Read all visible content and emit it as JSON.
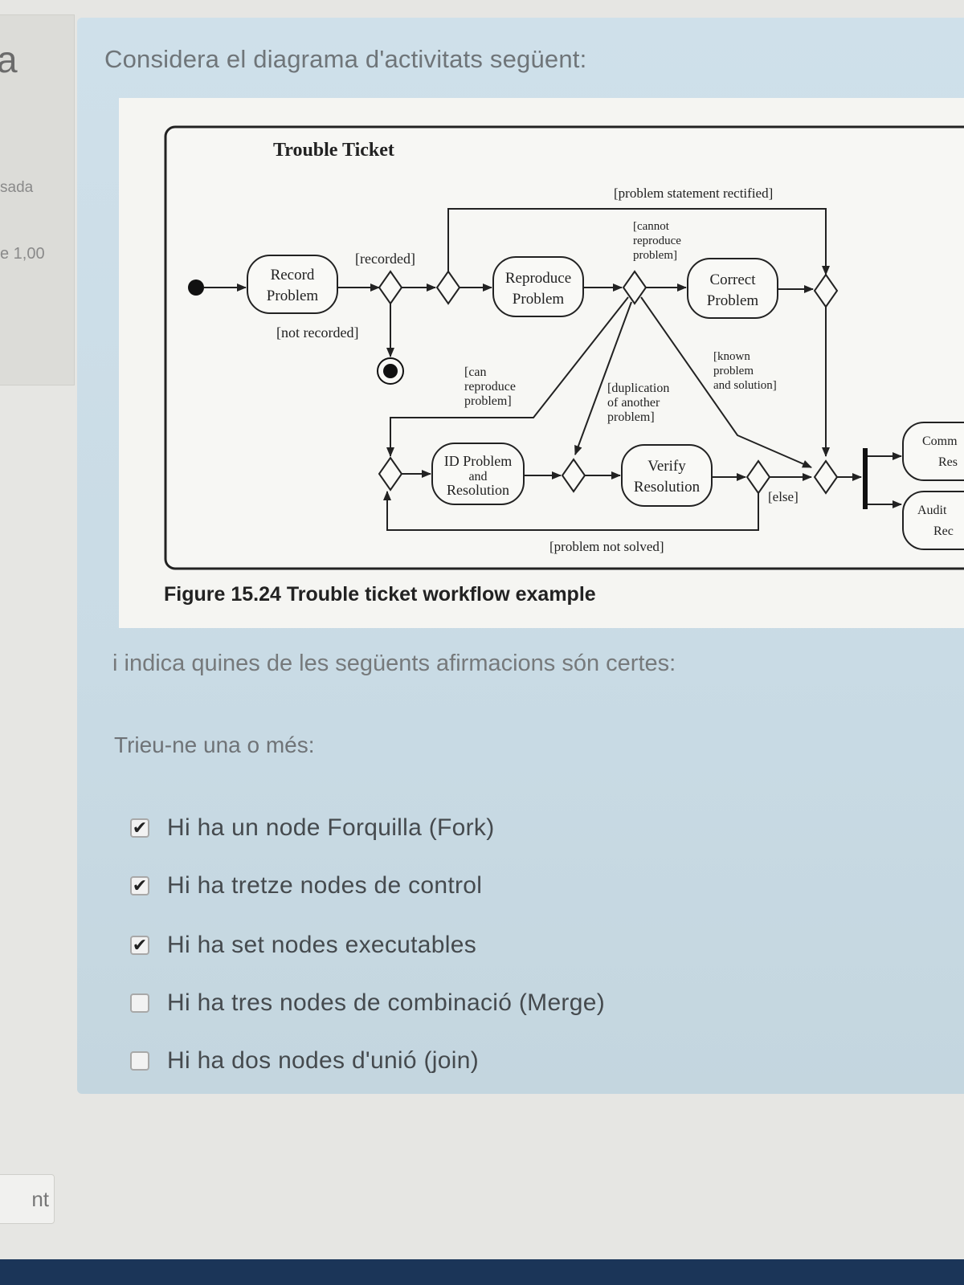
{
  "sidebar": {
    "letter": "a",
    "status": "sada",
    "mark": "e 1,00"
  },
  "nav": {
    "next_label": "nt"
  },
  "question": {
    "intro": "Considera el diagrama d'activitats següent:",
    "prompt": "i indica quines de les següents afirmacions són certes:",
    "choose": "Trieu-ne una o més:",
    "answers": [
      {
        "label": "Hi ha un node Forquilla (Fork)",
        "checked": true
      },
      {
        "label": "Hi ha tretze nodes de control",
        "checked": true
      },
      {
        "label": "Hi ha set nodes executables",
        "checked": true
      },
      {
        "label": "Hi ha tres nodes de combinació (Merge)",
        "checked": false
      },
      {
        "label": "Hi ha dos nodes d'unió (join)",
        "checked": false
      }
    ]
  },
  "figure": {
    "caption": "Figure 15.24  Trouble ticket workflow example",
    "diagram": {
      "title": "Trouble Ticket",
      "actions": {
        "record_1": "Record",
        "record_2": "Problem",
        "reproduce_1": "Reproduce",
        "reproduce_2": "Problem",
        "correct_1": "Correct",
        "correct_2": "Problem",
        "id_1": "ID Problem",
        "id_2": "and",
        "id_3": "Resolution",
        "verify_1": "Verify",
        "verify_2": "Resolution",
        "comm_1": "Comm",
        "comm_2": "Res",
        "audit_1": "Audit",
        "audit_2": "Rec"
      },
      "guards": {
        "recorded": "[recorded]",
        "not_recorded": "[not recorded]",
        "statement_rectified": "[problem statement rectified]",
        "cannot_1": "[cannot",
        "cannot_2": "reproduce",
        "cannot_3": "problem]",
        "can_1": "[can",
        "can_2": "reproduce",
        "can_3": "problem]",
        "dup_1": "[duplication",
        "dup_2": "of another",
        "dup_3": "problem]",
        "known_1": "[known",
        "known_2": "problem",
        "known_3": "and solution]",
        "else": "[else]",
        "not_solved": "[problem not solved]"
      }
    }
  }
}
